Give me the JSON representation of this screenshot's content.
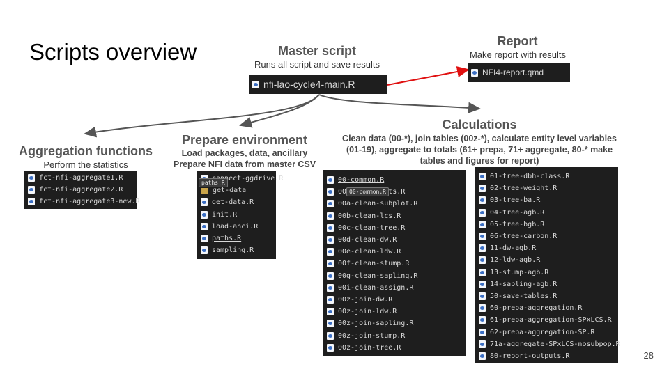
{
  "slide": {
    "title": "Scripts overview",
    "page_number": "28"
  },
  "master": {
    "heading": "Master script",
    "subtitle": "Runs all script and save results",
    "file": "nfi-lao-cycle4-main.R"
  },
  "report": {
    "heading": "Report",
    "subtitle": "Make report with results",
    "file": "NFI4-report.qmd"
  },
  "aggregation": {
    "heading": "Aggregation functions",
    "subtitle": "Perform the statistics",
    "files": [
      "fct-nfi-aggregate1.R",
      "fct-nfi-aggregate2.R",
      "fct-nfi-aggregate3-new.R"
    ]
  },
  "prepare": {
    "heading": "Prepare environment",
    "line1": "Load packages, data, ancillary",
    "line2": "Prepare NFI data from master CSV",
    "tooltip": "paths.R",
    "files": [
      "connect-ggdrive.R",
      "get-data",
      "get-data.R",
      "init.R",
      "load-anci.R",
      "paths.R",
      "sampling.R"
    ]
  },
  "calculations": {
    "heading": "Calculations",
    "desc_line1": "Clean data (00-*), join tables (00z-*), calculate entity level variables",
    "desc_line2": "(01-19), aggregate to totals (61+ prepa, 71+ aggregate, 80-* make",
    "desc_line3": "tables and figures for report)",
    "tooltip": "00-common.R",
    "files_left": [
      "00-common.R",
      "00-common-fcts.R",
      "00a-clean-subplot.R",
      "00b-clean-lcs.R",
      "00c-clean-tree.R",
      "00d-clean-dw.R",
      "00e-clean-ldw.R",
      "00f-clean-stump.R",
      "00g-clean-sapling.R",
      "00i-clean-assign.R",
      "00z-join-dw.R",
      "00z-join-ldw.R",
      "00z-join-sapling.R",
      "00z-join-stump.R",
      "00z-join-tree.R"
    ],
    "files_right": [
      "01-tree-dbh-class.R",
      "02-tree-weight.R",
      "03-tree-ba.R",
      "04-tree-agb.R",
      "05-tree-bgb.R",
      "06-tree-carbon.R",
      "11-dw-agb.R",
      "12-ldw-agb.R",
      "13-stump-agb.R",
      "14-sapling-agb.R",
      "50-save-tables.R",
      "60-prepa-aggregation.R",
      "61-prepa-aggregation-SPxLCS.R",
      "62-prepa-aggregation-SP.R",
      "71a-aggregate-SPxLCS-nosubpop.R",
      "80-report-outputs.R"
    ]
  },
  "colors": {
    "arrow_gray": "#555555",
    "arrow_red": "#e01010",
    "panel_bg": "#1e1e1e"
  }
}
